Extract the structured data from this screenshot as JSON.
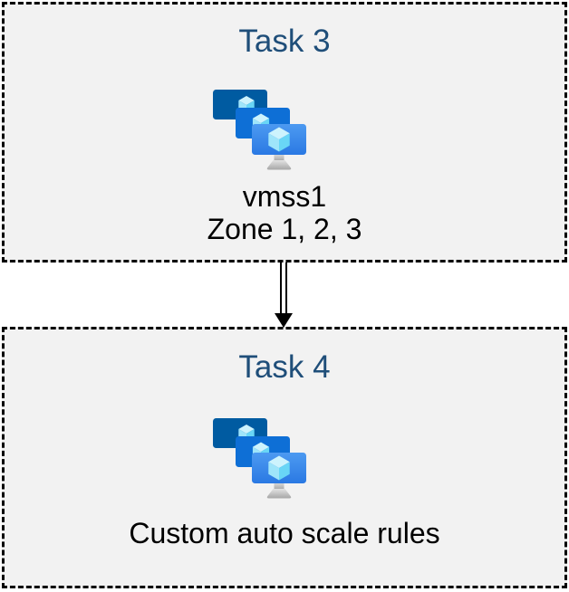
{
  "diagram": {
    "boxes": [
      {
        "title": "Task 3",
        "icon": "vmss-icon",
        "label_lines": [
          "vmss1",
          "Zone 1, 2, 3"
        ]
      },
      {
        "title": "Task 4",
        "icon": "vmss-icon",
        "label_lines": [
          "Custom auto scale rules"
        ]
      }
    ],
    "connector": {
      "type": "double-line-arrow-down",
      "from": "Task 3",
      "to": "Task 4"
    }
  },
  "colors": {
    "title_text": "#1F4E79",
    "body_text": "#000000",
    "box_background": "#F2F2F2",
    "box_border": "#000000",
    "connector": "#000000",
    "monitor_back": "#005BA1",
    "monitor_middle": "#0E6FD6",
    "monitor_front_top": "#4D9AF1",
    "monitor_front_bottom": "#2A79E3",
    "cube_top": "#CDF3FD",
    "cube_left": "#9FE5FA",
    "cube_right": "#69D6F6",
    "stand_light": "#E3E3E3",
    "stand_dark": "#A6A6A6"
  }
}
